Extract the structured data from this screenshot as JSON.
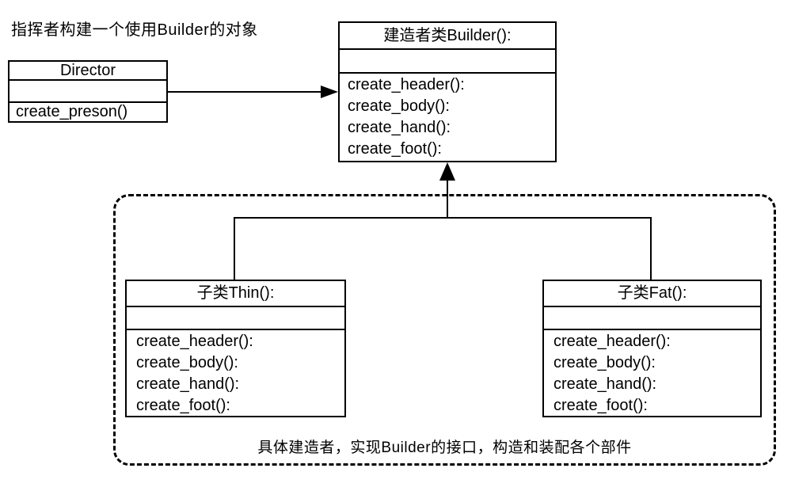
{
  "colors": {
    "ink": "#000000",
    "background": "#ffffff"
  },
  "diagram": {
    "top_label": "指挥者构建一个使用Builder的对象",
    "classes": {
      "director": {
        "title": "Director",
        "methods": [
          "create_preson()"
        ]
      },
      "builder": {
        "title": "建造者类Builder():",
        "methods": [
          "create_header():",
          "create_body():",
          "create_hand():",
          "create_foot():"
        ]
      },
      "thin": {
        "title": "子类Thin():",
        "methods": [
          "create_header():",
          "create_body():",
          "create_hand():",
          "create_foot():"
        ]
      },
      "fat": {
        "title": "子类Fat():",
        "methods": [
          "create_header():",
          "create_body():",
          "create_hand():",
          "create_foot():"
        ]
      }
    },
    "group_caption": "具体建造者，实现Builder的接口，构造和装配各个部件"
  }
}
